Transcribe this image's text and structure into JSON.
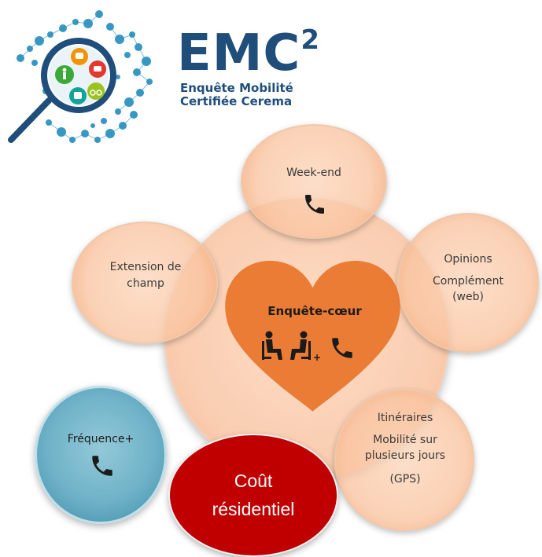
{
  "logo": {
    "title": "EMC",
    "superscript": "2",
    "subtitle_line1": "Enquête Mobilité",
    "subtitle_line2": "Certifiée Cerema"
  },
  "center": {
    "title": "Enquête-cœur",
    "plus": "+",
    "icons": [
      "seated-pair-icon",
      "seated-pair-icon",
      "phone-icon"
    ]
  },
  "satellites": {
    "weekend": {
      "line1": "Week-end",
      "icon": "phone-icon"
    },
    "extension": {
      "line1": "Extension de",
      "line2": "champ"
    },
    "opinions": {
      "line1": "Opinions",
      "line2": "Complément",
      "line3": "(web)"
    },
    "itineraires": {
      "line1": "Itinéraires",
      "line2": "Mobilité sur",
      "line3": "plusieurs jours",
      "line4": "(GPS)"
    },
    "frequence": {
      "line1": "Fréquence+",
      "icon": "phone-icon"
    },
    "cout": {
      "line1": "Coût",
      "line2": "résidentiel"
    }
  },
  "colors": {
    "brand": "#1f4e7a",
    "heart": "#e9782f",
    "peach": "#f9c4a0",
    "teal": "#6fb2c8",
    "red": "#c00000"
  }
}
